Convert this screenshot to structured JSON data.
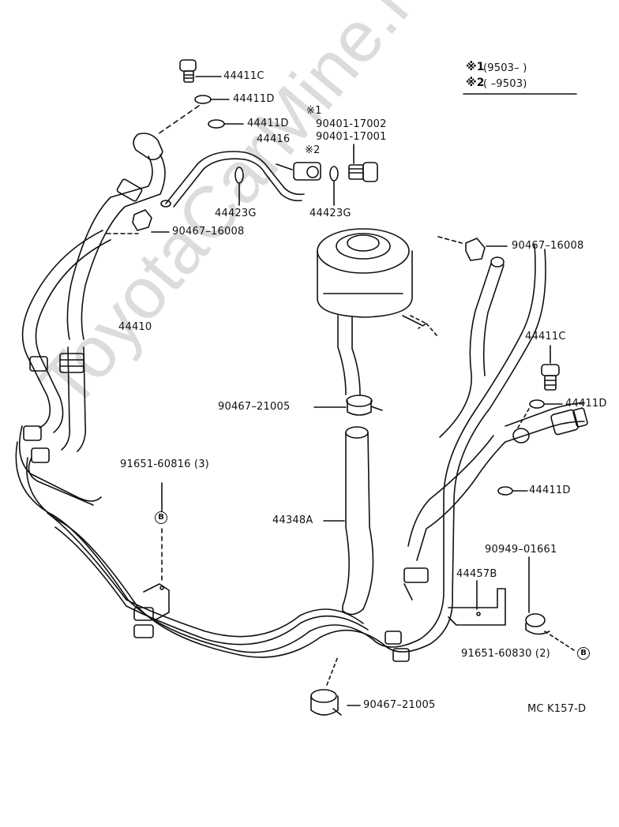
{
  "watermark": "ToyotaCarMine.ru",
  "legend": {
    "line1_mark": "※1",
    "line1_text": "(9503–          )",
    "line2_mark": "※2",
    "line2_text": "(          –9503)"
  },
  "labels": {
    "p44411C_top": "44411C",
    "p44411D_a": "44411D",
    "p44411D_b": "44411D",
    "mark1": "※1",
    "p90401_17002": "90401-17002",
    "p90401_17001": "90401-17001",
    "p44416": "44416",
    "mark2": "※2",
    "p44423G_left": "44423G",
    "p44423G_right": "44423G",
    "p90467_16008_left": "90467–16008",
    "p90467_16008_right": "90467–16008",
    "p44410": "44410",
    "p44411C_right": "44411C",
    "p44411D_right1": "44411D",
    "p90467_21005_mid": "90467–21005",
    "p91651_60816": "91651-60816 (3)",
    "p44348A": "44348A",
    "p44411D_right2": "44411D",
    "p90949_01661": "90949–01661",
    "p44457B": "44457B",
    "p91651_60830": "91651-60830 (2)",
    "p90467_21005_bottom": "90467–21005",
    "code": "MC  K157-D"
  },
  "circle_marks": {
    "b_left": "B",
    "b_right": "B"
  }
}
